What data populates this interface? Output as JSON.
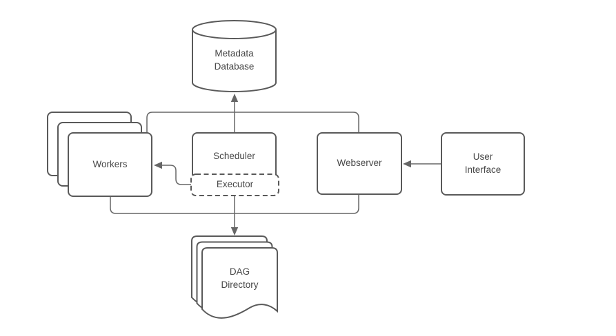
{
  "diagram": {
    "nodes": {
      "metadata_database": {
        "label_line1": "Metadata",
        "label_line2": "Database",
        "shape": "cylinder"
      },
      "workers": {
        "label": "Workers",
        "shape": "stacked-rectangles",
        "stack_count": 3
      },
      "scheduler": {
        "label": "Scheduler",
        "shape": "rounded-rectangle"
      },
      "executor": {
        "label": "Executor",
        "shape": "dashed-rounded-rectangle"
      },
      "webserver": {
        "label": "Webserver",
        "shape": "rounded-rectangle"
      },
      "user_interface": {
        "label_line1": "User",
        "label_line2": "Interface",
        "shape": "rounded-rectangle"
      },
      "dag_directory": {
        "label_line1": "DAG",
        "label_line2": "Directory",
        "shape": "stacked-documents",
        "stack_count": 3
      }
    },
    "edges": [
      {
        "from": "workers",
        "to": "metadata_database",
        "arrow": "to"
      },
      {
        "from": "scheduler",
        "to": "metadata_database",
        "arrow": "to"
      },
      {
        "from": "webserver",
        "to": "metadata_database",
        "arrow": "to"
      },
      {
        "from": "executor",
        "to": "workers",
        "arrow": "to"
      },
      {
        "from": "user_interface",
        "to": "webserver",
        "arrow": "to"
      },
      {
        "from": "executor",
        "to": "dag_directory",
        "arrow": "to"
      },
      {
        "from": "workers",
        "to": "dag_directory",
        "arrow": "to"
      },
      {
        "from": "webserver",
        "to": "dag_directory",
        "arrow": "to"
      }
    ],
    "colors": {
      "background": "#ffffff",
      "shape_fill": "#ffffff",
      "shape_stroke": "#595959",
      "connector": "#666666",
      "text": "#474747"
    }
  }
}
